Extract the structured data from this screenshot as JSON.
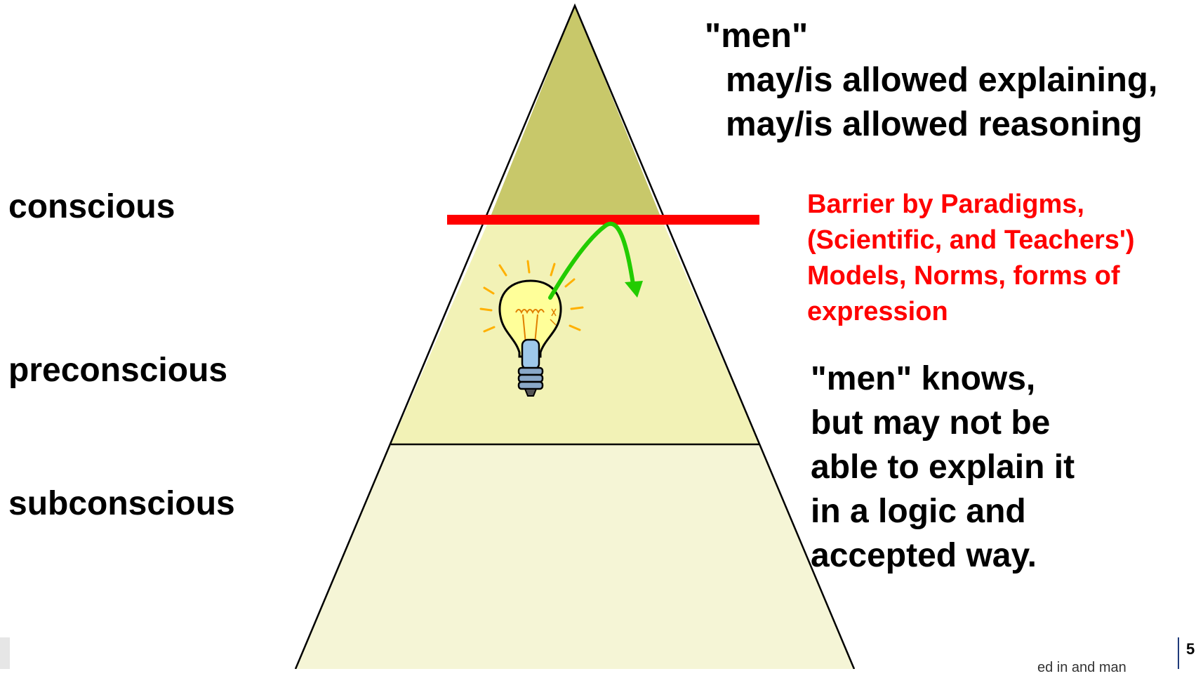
{
  "levels": {
    "conscious": "conscious",
    "preconscious": "preconscious",
    "subconscious": "subconscious"
  },
  "top_text": {
    "line1": "\"men\"",
    "line2": "may/is allowed explaining,",
    "line3": "may/is allowed reasoning"
  },
  "barrier_text": {
    "line1": "Barrier by Paradigms,",
    "line2": "(Scientific, and Teachers')",
    "line3": "Models, Norms, forms of",
    "line4": "expression"
  },
  "preconscious_text": {
    "line1": "\"men\" knows,",
    "line2": "but may not be",
    "line3": "able to explain it",
    "line4": "in a logic and",
    "line5": "accepted way."
  },
  "footer": {
    "page_number": "5",
    "partial_text": "ed in and man"
  },
  "icons": {
    "bulb": "light-bulb-icon",
    "arrow": "curved-arrow-icon"
  },
  "colors": {
    "top_fill": "#c8c86a",
    "middle_fill": "#f2f2b6",
    "bottom_fill": "#f5f5d6",
    "barrier": "#ff0000",
    "arrow": "#22cc00",
    "barrier_text": "#ff0000"
  }
}
